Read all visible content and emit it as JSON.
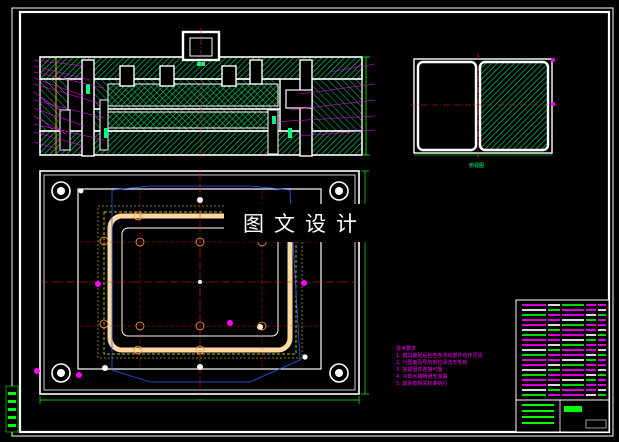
{
  "watermark": {
    "text": "图文设计"
  },
  "side_view": {
    "caption": "俯视图"
  },
  "notes": {
    "heading": "技术要求",
    "items": [
      "1. 模具装配后检查各活动部件动作灵活",
      "2. 分型面及导向部位清洁无毛刺",
      "3. 各紧固件连接可靠",
      "4. 冷却水路畅通无渗漏",
      "5. 其余按相关标准执行"
    ]
  },
  "colors": {
    "background": "#000000",
    "frame": "#ffffff",
    "outline": "#ffffff",
    "hatch": "#00c864",
    "centerline": "#ff2020",
    "annotation": "#ff00ff",
    "leader": "#ffff00",
    "hidden": "#2060ff",
    "dimension": "#00ff00"
  }
}
